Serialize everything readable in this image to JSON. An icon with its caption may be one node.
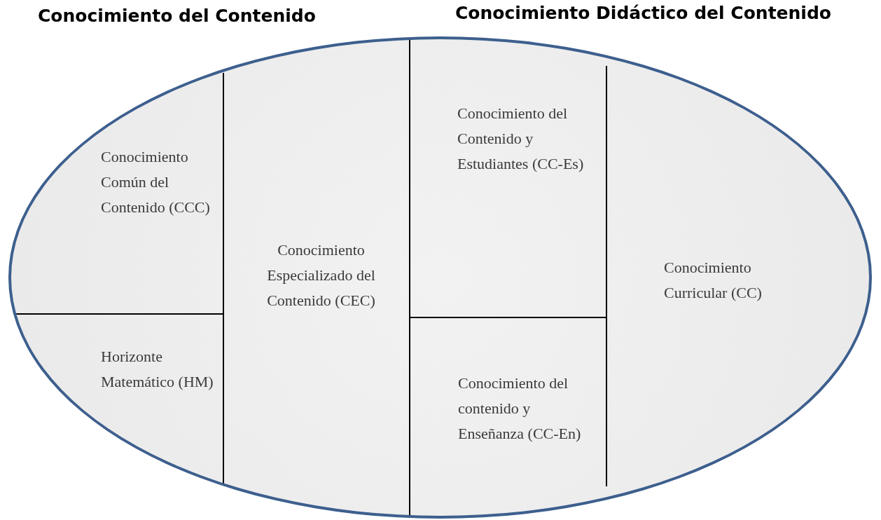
{
  "diagram": {
    "nodes": [
      {
        "text": [],
        "shape": "ellipse"
      },
      {
        "text": [
          "Conocimiento Común del Contenido (CCC)"
        ],
        "in": 0
      },
      {
        "text": [
          "Horizonte Matemático (HM)"
        ],
        "in": 0
      },
      {
        "text": [
          "Conocimiento Especializado del Contenido (CEC)"
        ],
        "in": 0
      },
      {
        "text": [
          "Conocimiento del Contenido y Estudiantes (CC-Es)"
        ],
        "in": 0
      },
      {
        "text": [
          "Conocimiento del contenido y Enseñanza (CC-En)"
        ],
        "in": 0
      },
      {
        "text": [
          "Conocimiento Curricular (CC)"
        ],
        "in": 0
      }
    ],
    "edges": [],
    "labels": [
      "Conocimiento del Contenido",
      "Conocimiento Didáctico del Contenido"
    ]
  }
}
